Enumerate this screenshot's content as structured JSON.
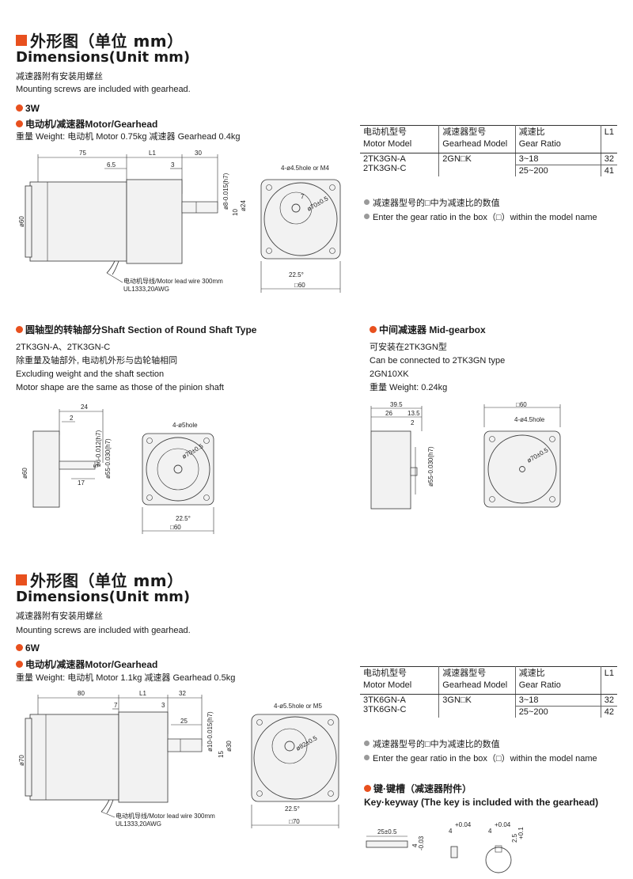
{
  "sec1": {
    "title_cn": "外形图（单位 mm）",
    "title_en": "Dimensions(Unit mm)",
    "note_cn": "减速器附有安装用螺丝",
    "note_en": "Mounting screws are included with gearhead.",
    "power": "3W",
    "subhead": "电动机/减速器Motor/Gearhead",
    "weight": "重量 Weight: 电动机 Motor 0.75kg  减速器 Gearhead 0.4kg",
    "table": {
      "headers": [
        [
          "电动机型号",
          "Motor Model"
        ],
        [
          "减速器型号",
          "Gearhead Model"
        ],
        [
          "减速比",
          "Gear Ratio"
        ],
        [
          "L1",
          ""
        ]
      ],
      "motor_models": [
        "2TK3GN-A",
        "2TK3GN-C"
      ],
      "gearhead_model": "2GN□K",
      "ratios": [
        "3~18",
        "25~200"
      ],
      "l1": [
        "32",
        "41"
      ]
    },
    "notes": [
      "减速器型号的□中为减速比的数值",
      "Enter the gear ratio in the box（□）within the model name"
    ],
    "drawing": {
      "d75": "75",
      "dL1": "L1",
      "d30": "30",
      "d65": "6.5",
      "d3": "3",
      "shaft_tol": "ø8-0.015(h7)",
      "d10": "10",
      "d24": "ø24",
      "d60": "ø60",
      "hole": "4-ø4.5hole or M4",
      "d7": "7",
      "pcd": "ø70±0.5",
      "angle": "22.5°",
      "sq": "□60",
      "lead": "电动机导线/Motor lead wire 300mm",
      "lead2": "UL1333,20AWG"
    }
  },
  "round_shaft": {
    "title": "圆轴型的转轴部分Shaft Section of Round Shaft Type",
    "models": "2TK3GN-A、2TK3GN-C",
    "line_cn": "除重量及轴部外, 电动机外形与齿轮轴相同",
    "line_en1": "Excluding weight and the shaft section",
    "line_en2": "Motor shape are the same as those of the pinion shaft",
    "drawing": {
      "d24": "24",
      "d2": "2",
      "d60": "ø60",
      "d17": "17",
      "d5": "5",
      "shaft": "ø6-0.012(h7)",
      "boss": "ø55-0.030(h7)",
      "hole": "4-ø5hole",
      "pcd": "ø70±0.5",
      "angle": "22.5°",
      "sq": "□60"
    }
  },
  "mid_gearbox": {
    "title": "中间减速器 Mid-gearbox",
    "line1": "可安装在2TK3GN型",
    "line2": "Can be connected to 2TK3GN type",
    "model": "2GN10XK",
    "weight": "重量 Weight: 0.24kg",
    "drawing": {
      "d395": "39.5",
      "d26": "26",
      "d135": "13.5",
      "d2": "2",
      "boss": "ø55-0.030(h7)",
      "sq": "□60",
      "hole": "4-ø4.5hole",
      "pcd": "ø70±0.5"
    }
  },
  "sec2": {
    "title_cn": "外形图（单位 mm）",
    "title_en": "Dimensions(Unit mm)",
    "note_cn": "减速器附有安装用螺丝",
    "note_en": "Mounting screws are included with gearhead.",
    "power": "6W",
    "subhead": "电动机/减速器Motor/Gearhead",
    "weight": "重量 Weight: 电动机 Motor 1.1kg  减速器 Gearhead 0.5kg",
    "table": {
      "headers": [
        [
          "电动机型号",
          "Motor Model"
        ],
        [
          "减速器型号",
          "Gearhead Model"
        ],
        [
          "减速比",
          "Gear Ratio"
        ],
        [
          "L1",
          ""
        ]
      ],
      "motor_models": [
        "3TK6GN-A",
        "3TK6GN-C"
      ],
      "gearhead_model": "3GN□K",
      "ratios": [
        "3~18",
        "25~200"
      ],
      "l1": [
        "32",
        "42"
      ]
    },
    "notes": [
      "减速器型号的□中为减速比的数值",
      "Enter the gear ratio in the box（□）within the model name"
    ],
    "key_title": "键·键槽（减速器附件）",
    "key_subtitle": "Key·keyway (The key is included with the gearhead)",
    "key_dims": {
      "len": "25±0.5",
      "h4": "4",
      "h4tol": "-0.03",
      "w4": "4",
      "w4tol": "+0.04",
      "d25": "2.5",
      "d25tol": "+0.1"
    },
    "drawing": {
      "d80": "80",
      "d7": "7",
      "dL1": "L1",
      "d32": "32",
      "d3": "3",
      "d25": "25",
      "shaft": "ø10-0.015(h7)",
      "d15": "15",
      "d30": "ø30",
      "d70": "ø70",
      "hole": "4-ø5.5hole or M5",
      "pcd": "ø82±0.5",
      "angle": "22.5°",
      "sq": "□70",
      "lead": "电动机导线/Motor lead wire 300mm",
      "lead2": "UL1333,20AWG"
    }
  }
}
